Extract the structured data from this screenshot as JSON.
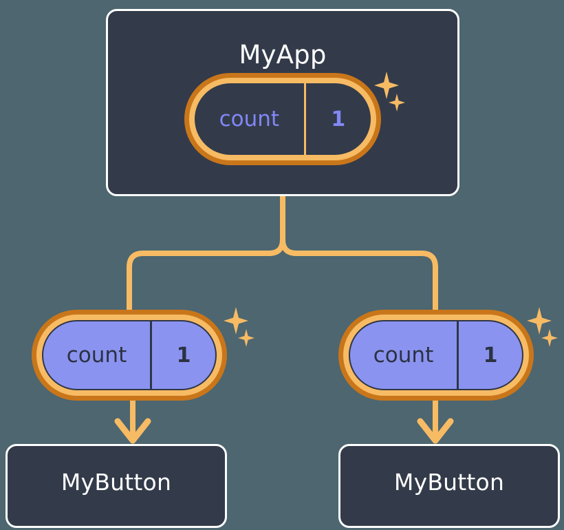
{
  "diagram": {
    "title": "MyApp",
    "background_color": "#4d6670",
    "accent_color": "#f7bb64",
    "ring_outer_color": "#c9761a",
    "card_fill_color": "#333b4a",
    "state_fill_color": "#8b93f0",
    "state_text_color": "#8287f5"
  },
  "root": {
    "label": "MyApp",
    "state": {
      "key": "count",
      "value": "1"
    },
    "sparkle_icon": "sparkles-icon"
  },
  "children": [
    {
      "label": "MyButton",
      "state": {
        "key": "count",
        "value": "1"
      },
      "sparkle_icon": "sparkles-icon",
      "arrow_icon": "arrow-down-icon"
    },
    {
      "label": "MyButton",
      "state": {
        "key": "count",
        "value": "1"
      },
      "sparkle_icon": "sparkles-icon",
      "arrow_icon": "arrow-down-icon"
    }
  ]
}
